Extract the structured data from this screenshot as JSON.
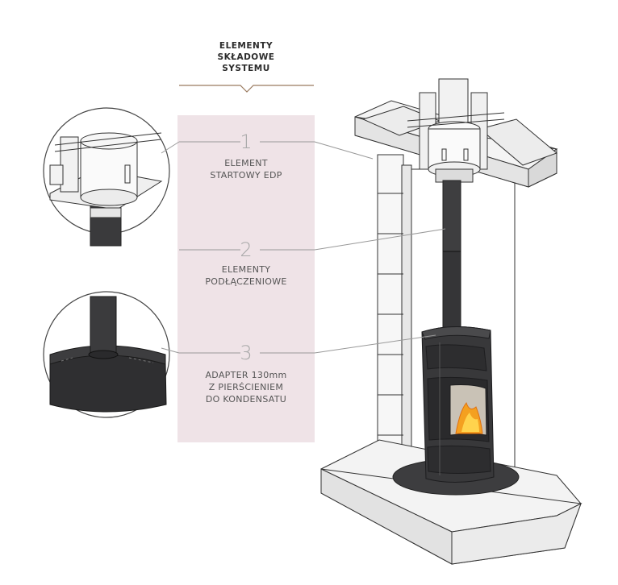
{
  "title_lines": [
    "ELEMENTY",
    "SKŁADOWE",
    "SYSTEMU"
  ],
  "items": [
    {
      "number": "1",
      "lines": [
        "ELEMENT",
        "STARTOWY EDP"
      ]
    },
    {
      "number": "2",
      "lines": [
        "ELEMENTY",
        "PODŁĄCZENIOWE"
      ]
    },
    {
      "number": "3",
      "lines": [
        "ADAPTER 130mm",
        "Z PIERŚCIENIEM",
        "DO KONDENSATU"
      ]
    }
  ],
  "colors": {
    "accent": "#9a7a5f",
    "panel": "#efe3e7",
    "stove": "#3b3b3d",
    "fire": "#f4a020"
  }
}
